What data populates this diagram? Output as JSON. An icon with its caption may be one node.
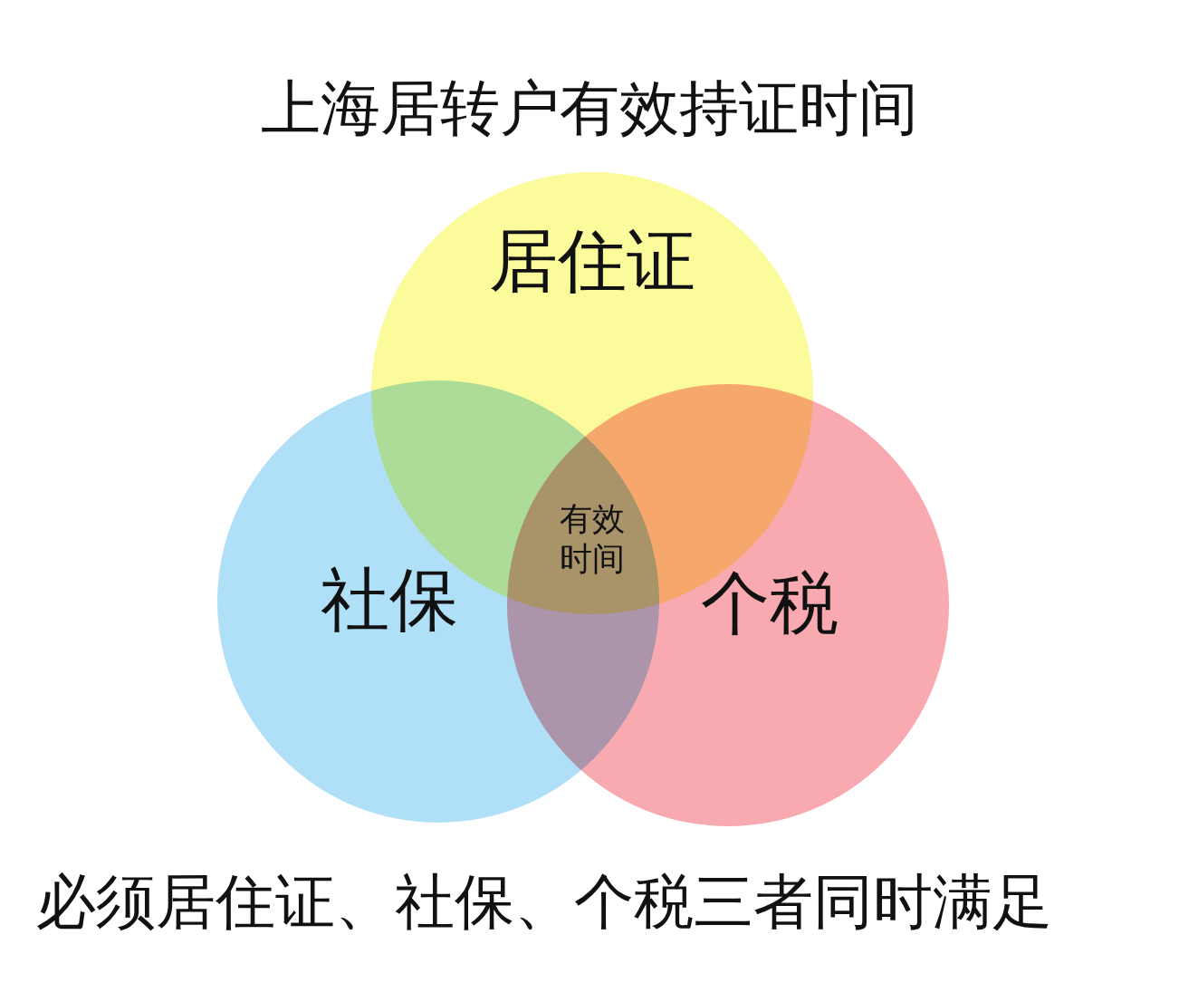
{
  "diagram": {
    "title": "上海居转户有效持证时间",
    "caption": "必须居住证、社保、个税三者同时满足",
    "nodes": [
      {
        "text": [
          "居住证"
        ]
      },
      {
        "text": [
          "社保"
        ]
      },
      {
        "text": [
          "个税"
        ]
      }
    ],
    "labels": [
      "有效时间"
    ]
  }
}
